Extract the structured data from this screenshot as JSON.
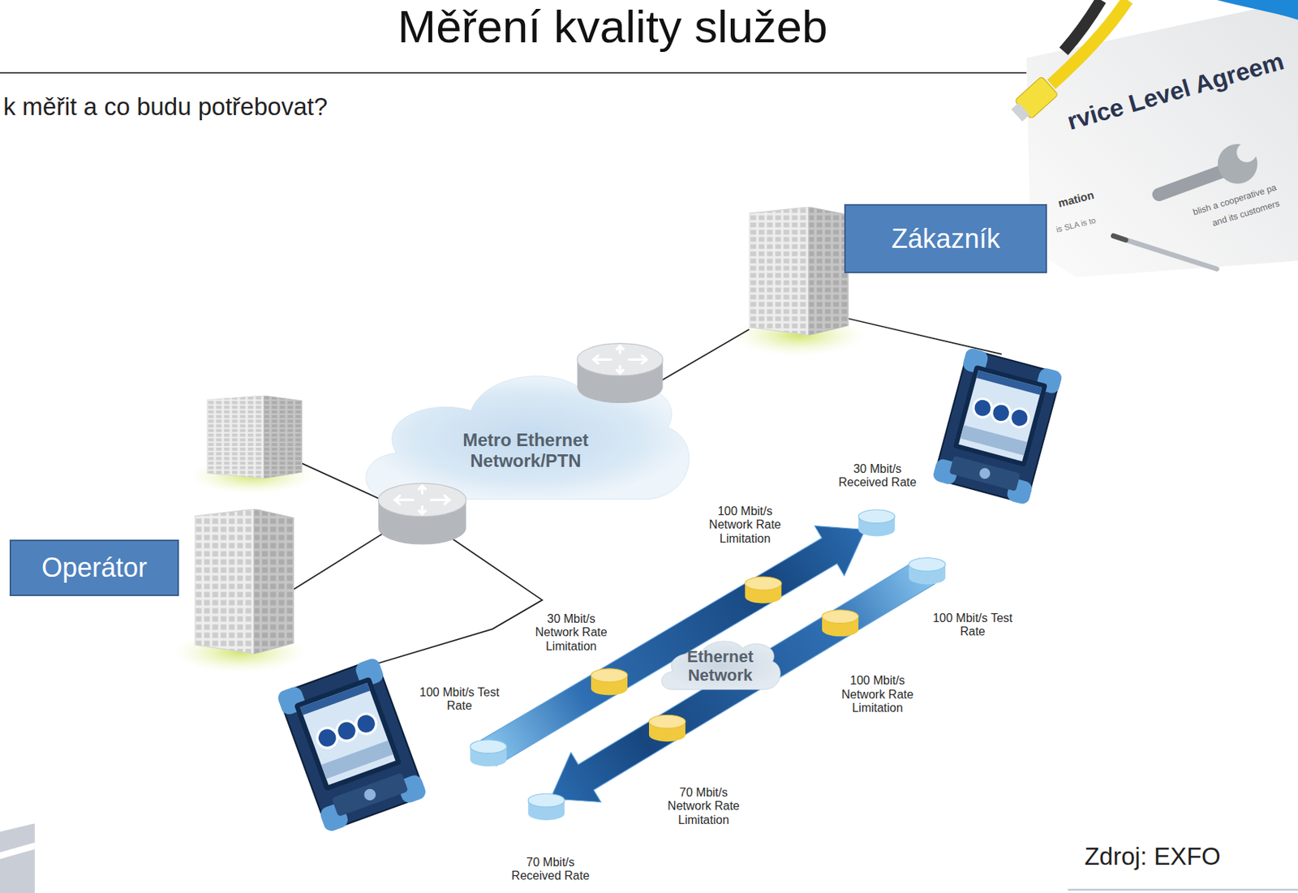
{
  "diagram": {
    "title": "Měření kvality služeb",
    "nodes": [
      {
        "text": [
          "Zákazník"
        ]
      },
      {
        "text": [
          "Metro Ethernet Network/PTN"
        ]
      },
      {
        "text": [
          "Operátor"
        ]
      },
      {
        "text": [
          "Ethernet Network"
        ]
      }
    ],
    "labels": [
      "k měřit a co budu potřebovat?",
      "rvice Level Agreem",
      "mation",
      "blish a cooperative pa",
      "and its customers",
      "is SLA is to",
      "30 Mbit/s Received Rate",
      "100 Mbit/s Network Rate Limitation",
      "100 Mbit/s Test Rate",
      "30 Mbit/s Network Rate Limitation",
      "100 Mbit/s Network Rate Limitation",
      "100 Mbit/s Test Rate",
      "70 Mbit/s Network Rate Limitation",
      "70 Mbit/s Received Rate",
      "Zdroj: EXFO"
    ]
  }
}
